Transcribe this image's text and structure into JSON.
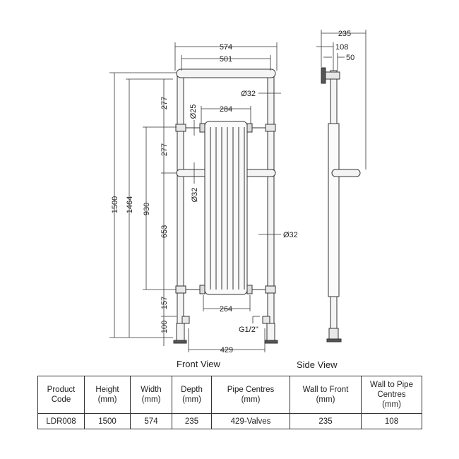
{
  "front_view": {
    "title": "Front View",
    "dims": {
      "overall_width": "574",
      "rail_width": "501",
      "top_pipe_dia": "Ø32",
      "valve_dia": "Ø25",
      "top_radiator_width": "284",
      "gap_top": "277",
      "gap_mid": "277",
      "mid_rail_dia": "Ø32",
      "radiator_height": "930",
      "lower_span": "653",
      "side_pipe_dia": "Ø32",
      "overall_height": "1500",
      "rail_height": "1464",
      "bottom_gap": "157",
      "foot_height": "100",
      "bottom_radiator_width": "264",
      "thread": "G1/2\"",
      "pipe_centres": "429"
    }
  },
  "side_view": {
    "title": "Side View",
    "dims": {
      "depth": "235",
      "wall_to_pipe": "108",
      "offset": "50"
    }
  },
  "spec_table": {
    "headers": [
      [
        "Product",
        "Code"
      ],
      [
        "Height",
        "(mm)"
      ],
      [
        "Width",
        "(mm)"
      ],
      [
        "Depth",
        "(mm)"
      ],
      [
        "Pipe Centres",
        "(mm)"
      ],
      [
        "Wall to Front",
        "(mm)"
      ],
      [
        "Wall to Pipe",
        "Centres",
        "(mm)"
      ]
    ],
    "row": [
      "LDR008",
      "1500",
      "574",
      "235",
      "429-Valves",
      "235",
      "108"
    ]
  }
}
